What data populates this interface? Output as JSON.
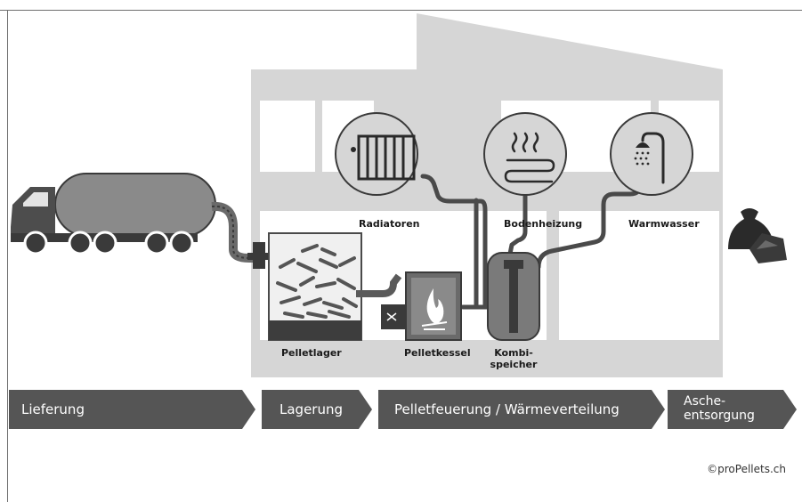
{
  "labels": {
    "radiatoren": "Radiatoren",
    "bodenheizung": "Bodenheizung",
    "warmwasser": "Warmwasser",
    "pelletlager": "Pelletlager",
    "pelletkessel": "Pelletkessel",
    "kombispeicher_1": "Kombi-",
    "kombispeicher_2": "speicher"
  },
  "stages": [
    {
      "label": "Lieferung"
    },
    {
      "label": "Lagerung"
    },
    {
      "label": "Pelletfeuerung / Wärmeverteilung"
    },
    {
      "label_line1": "Asche-",
      "label_line2": "entsorgung"
    }
  ],
  "copyright": "©proPellets.ch",
  "colors": {
    "house": "#d6d6d6",
    "room": "#ffffff",
    "stage_bar": "#555555",
    "pipe": "#4a4a4a",
    "truck_tank": "#8a8a8a",
    "truck_cab": "#4d4d4d"
  },
  "icons": [
    "truck-icon",
    "radiator-icon",
    "floor-heating-icon",
    "shower-icon",
    "ash-bag-icon",
    "boiler-flame-icon",
    "pellet-pile-icon",
    "storage-tank-icon"
  ]
}
